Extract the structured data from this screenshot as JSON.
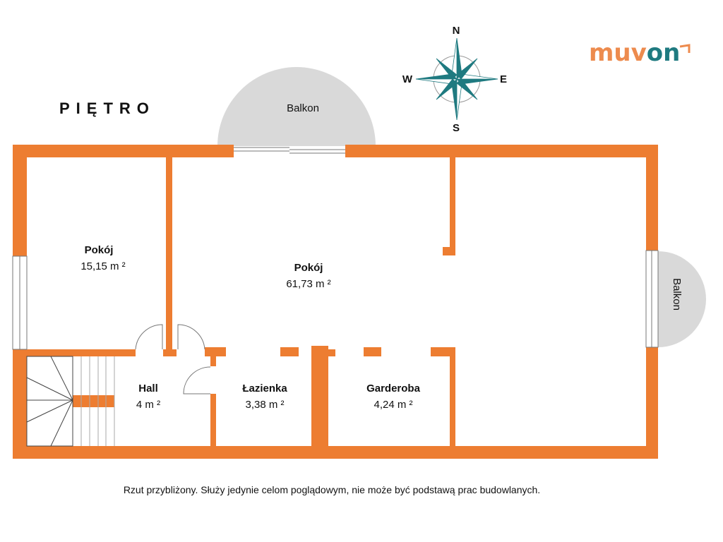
{
  "title": "PIĘTRO",
  "logo": {
    "part1": "muv",
    "part2": "on",
    "color1": "#ED8B4E",
    "color2": "#1F7A80"
  },
  "compass": {
    "n": "N",
    "s": "S",
    "e": "E",
    "w": "W",
    "color": "#1F7A80"
  },
  "wall_color": "#ED7D31",
  "balconies": [
    {
      "label": "Balkon"
    },
    {
      "label": "Balkon"
    }
  ],
  "rooms": [
    {
      "name": "Pokój",
      "area": "15,15 m ²"
    },
    {
      "name": "Pokój",
      "area": "61,73 m ²"
    },
    {
      "name": "Hall",
      "area": "4 m ²"
    },
    {
      "name": "Łazienka",
      "area": "3,38 m ²"
    },
    {
      "name": "Garderoba",
      "area": "4,24 m ²"
    }
  ],
  "disclaimer": "Rzut przybliżony. Służy jedynie celom poglądowym, nie może być podstawą prac budowlanych."
}
